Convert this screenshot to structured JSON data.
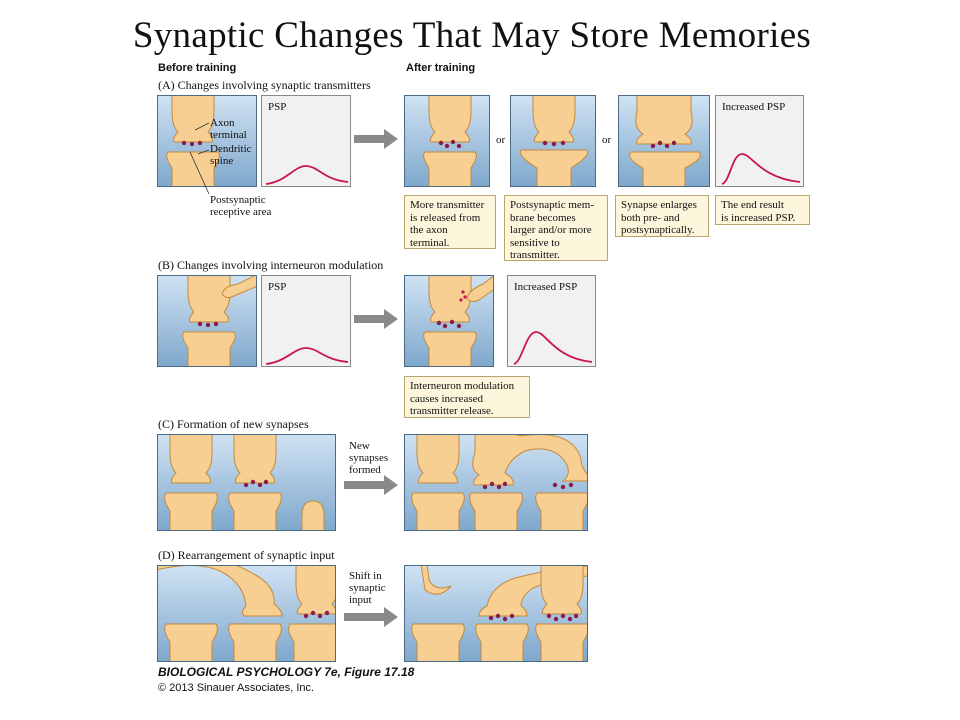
{
  "title": "Synaptic Changes That May Store Memories",
  "headers": {
    "before": "Before training",
    "after": "After training"
  },
  "sections": {
    "a": "(A)  Changes involving synaptic transmitters",
    "b": "(B)  Changes involving interneuron modulation",
    "c": "(C)  Formation of new synapses",
    "d": "(D)  Rearrangement of synaptic input"
  },
  "labels": {
    "axon_terminal": "Axon\nterminal",
    "dendritic_spine": "Dendritic\nspine",
    "postsynaptic_area": "Postsynaptic\nreceptive area",
    "psp": "PSP",
    "increased_psp": "Increased PSP",
    "or": "or",
    "new_synapses": "New\nsynapses\nformed",
    "shift_input": "Shift in\nsynaptic\ninput"
  },
  "notes": {
    "a1": "More transmitter\nis released from\nthe axon\nterminal.",
    "a2": "Postsynaptic mem-\nbrane becomes\nlarger and/or more\nsensitive to\ntransmitter.",
    "a3": "Synapse enlarges\nboth pre- and\npostsynaptically.",
    "a4": "The end result\nis increased PSP.",
    "b1": "Interneuron modulation\ncauses increased\ntransmitter release."
  },
  "credit": {
    "title": "BIOLOGICAL PSYCHOLOGY 7e, Figure 17.18",
    "copyright": "© 2013 Sinauer Associates, Inc."
  },
  "colors": {
    "neuron": "#f7cf92",
    "neuron_edge": "#c48a3a",
    "vesicle": "#8a1b4a",
    "curve": "#c8164f"
  }
}
